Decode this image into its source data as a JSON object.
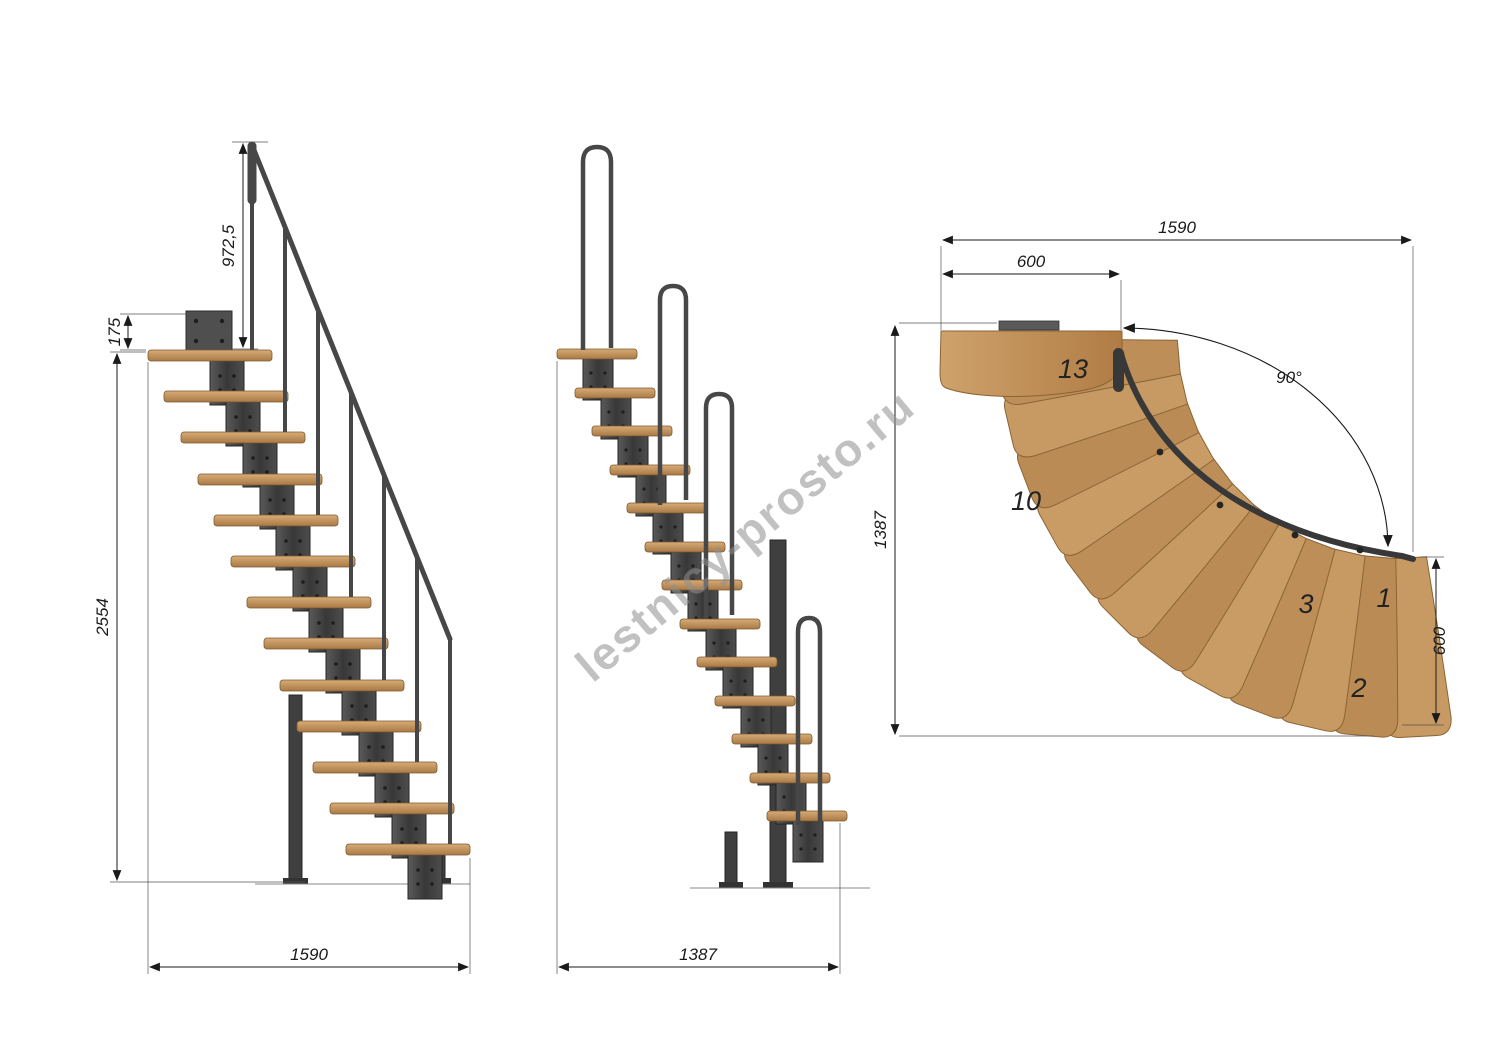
{
  "watermark": {
    "text": "lestnicy-prosto.ru"
  },
  "side_view": {
    "dims": {
      "handrail_height": "972,5",
      "bracket_offset": "175",
      "total_rise": "2554",
      "run_length": "1590"
    }
  },
  "front_view": {
    "dims": {
      "overall_width": "1387"
    }
  },
  "plan_view": {
    "dims": {
      "overall_length": "1590",
      "top_tread_width": "600",
      "overall_depth": "1387",
      "right_tread_width": "600",
      "turn_angle": "90°"
    },
    "step_numbers": [
      "13",
      "10",
      "3",
      "1",
      "2"
    ]
  },
  "colors": {
    "wood": "#c79a63",
    "wood-dark": "#b5854f",
    "metal": "#3f3f3f",
    "dim-line": "#1a1a1a",
    "watermark": "#8f8f8f"
  }
}
